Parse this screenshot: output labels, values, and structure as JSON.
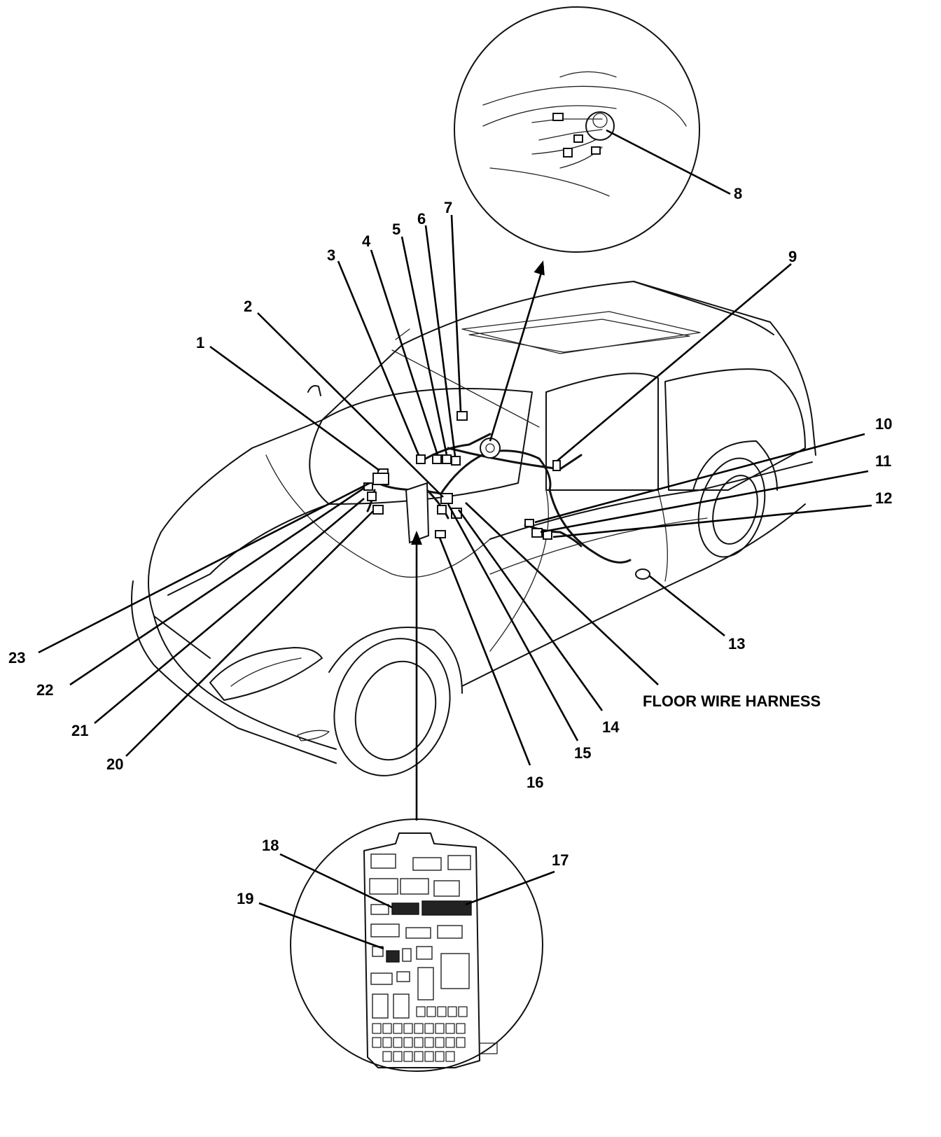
{
  "diagram": {
    "callouts": [
      {
        "id": "c1",
        "label": "1"
      },
      {
        "id": "c2",
        "label": "2"
      },
      {
        "id": "c3",
        "label": "3"
      },
      {
        "id": "c4",
        "label": "4"
      },
      {
        "id": "c5",
        "label": "5"
      },
      {
        "id": "c6",
        "label": "6"
      },
      {
        "id": "c7",
        "label": "7"
      },
      {
        "id": "c8",
        "label": "8"
      },
      {
        "id": "c9",
        "label": "9"
      },
      {
        "id": "c10",
        "label": "10"
      },
      {
        "id": "c11",
        "label": "11"
      },
      {
        "id": "c12",
        "label": "12"
      },
      {
        "id": "c13",
        "label": "13"
      },
      {
        "id": "c14",
        "label": "14"
      },
      {
        "id": "c15",
        "label": "15"
      },
      {
        "id": "c16",
        "label": "16"
      },
      {
        "id": "c17",
        "label": "17"
      },
      {
        "id": "c18",
        "label": "18"
      },
      {
        "id": "c19",
        "label": "19"
      },
      {
        "id": "c20",
        "label": "20"
      },
      {
        "id": "c21",
        "label": "21"
      },
      {
        "id": "c22",
        "label": "22"
      },
      {
        "id": "c23",
        "label": "23"
      }
    ],
    "harness_label": "FLOOR WIRE HARNESS"
  }
}
